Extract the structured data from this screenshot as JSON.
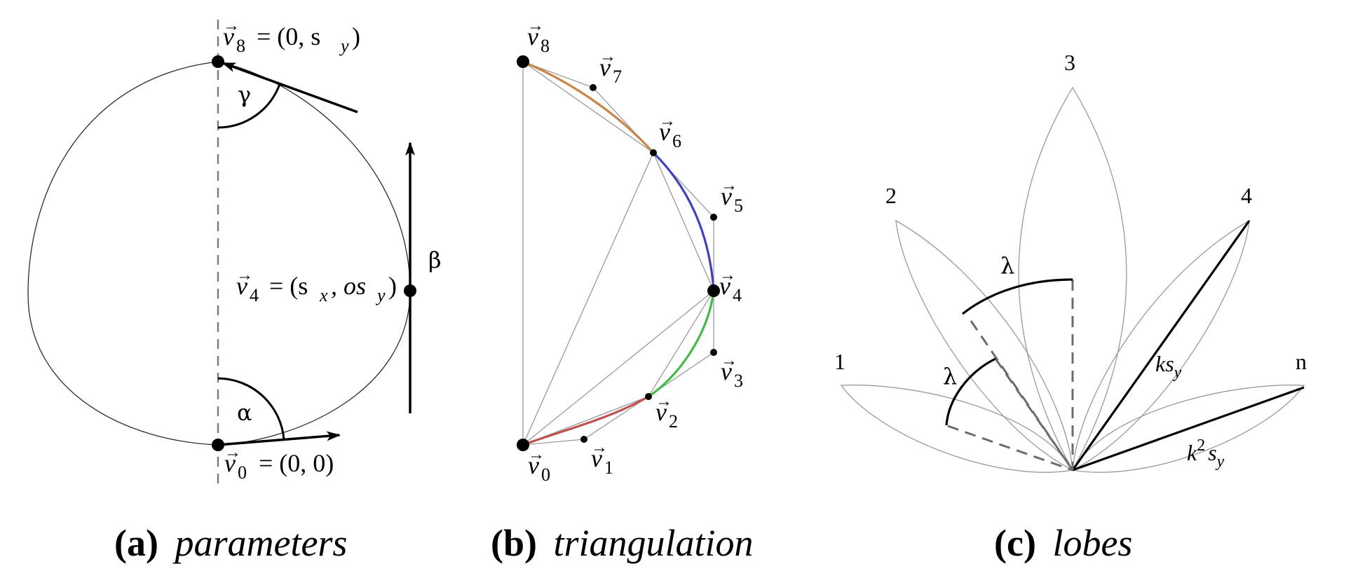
{
  "panel_a": {
    "caption_tag": "(a)",
    "caption_text": "parameters",
    "v8_vec": "v",
    "v8_sub": "8",
    "v8_value": "= (0, s",
    "v8_value_sub": "y",
    "v8_value_end": ")",
    "v4_vec": "v",
    "v4_sub": "4",
    "v4_value": "= (s",
    "v4_value_sub1": "x",
    "v4_value_mid": ", os",
    "v4_value_sub2": "y",
    "v4_value_end": ")",
    "v0_vec": "v",
    "v0_sub": "0",
    "v0_value": "= (0, 0)",
    "alpha": "α",
    "beta": "β",
    "gamma": "γ"
  },
  "panel_b": {
    "caption_tag": "(b)",
    "caption_text": "triangulation",
    "vertex_subs": [
      "0",
      "1",
      "2",
      "3",
      "4",
      "5",
      "6",
      "7",
      "8"
    ],
    "vec_letter": "v",
    "segment_colors": {
      "v0_v2": "#c0504d",
      "v2_v4": "#44bb44",
      "v4_v6": "#3f3fbf",
      "v6_v8": "#c8874a"
    }
  },
  "panel_c": {
    "caption_tag": "(c)",
    "caption_text": "lobes",
    "lobe_labels": [
      "1",
      "2",
      "3",
      "4",
      "n"
    ],
    "lambda": "λ",
    "ks_y_k": "ks",
    "ks_y_sub": "y",
    "k2s_y_k": "k",
    "k2s_y_sup": "2",
    "k2s_y_s": "s",
    "k2s_y_sub": "y"
  }
}
